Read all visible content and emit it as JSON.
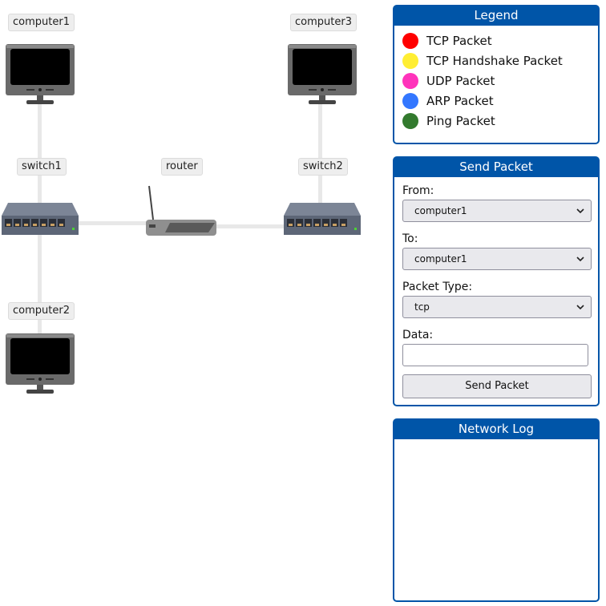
{
  "topology": {
    "nodes": [
      {
        "id": "computer1",
        "label": "computer1",
        "type": "computer"
      },
      {
        "id": "computer2",
        "label": "computer2",
        "type": "computer"
      },
      {
        "id": "computer3",
        "label": "computer3",
        "type": "computer"
      },
      {
        "id": "switch1",
        "label": "switch1",
        "type": "switch"
      },
      {
        "id": "switch2",
        "label": "switch2",
        "type": "switch"
      },
      {
        "id": "router",
        "label": "router",
        "type": "router"
      }
    ]
  },
  "legend": {
    "title": "Legend",
    "items": [
      {
        "label": "TCP Packet",
        "color": "#ff0000"
      },
      {
        "label": "TCP Handshake Packet",
        "color": "#ffee33"
      },
      {
        "label": "UDP Packet",
        "color": "#ff33bb"
      },
      {
        "label": "ARP Packet",
        "color": "#3377ff"
      },
      {
        "label": "Ping Packet",
        "color": "#337a2e"
      }
    ]
  },
  "send_packet": {
    "title": "Send Packet",
    "from_label": "From:",
    "from_value": "computer1",
    "to_label": "To:",
    "to_value": "computer1",
    "type_label": "Packet Type:",
    "type_value": "tcp",
    "data_label": "Data:",
    "data_value": "",
    "button_label": "Send Packet"
  },
  "network_log": {
    "title": "Network Log",
    "entries": []
  },
  "colors": {
    "accent": "#0055a8"
  }
}
